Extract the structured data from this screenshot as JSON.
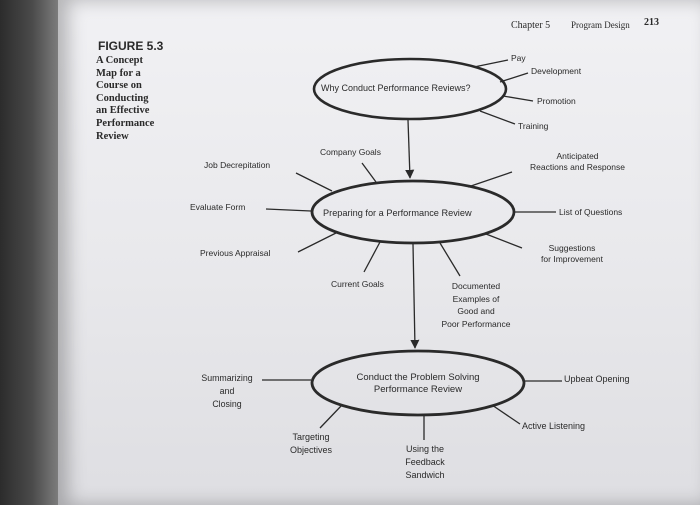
{
  "header": {
    "chapter": "Chapter 5",
    "section": "Program Design",
    "page_number": "213"
  },
  "figure": {
    "number": "FIGURE 5.3",
    "caption": "A Concept\nMap for a\nCourse on\nConducting\nan Effective\nPerformance\nReview"
  },
  "concept_map": {
    "nodes": {
      "why": "Why Conduct Performance Reviews?",
      "preparing": "Preparing for a Performance Review",
      "conduct": "Conduct the Problem Solving\nPerformance Review"
    },
    "branches": {
      "pay": "Pay",
      "development": "Development",
      "promotion": "Promotion",
      "training": "Training",
      "company_goals": "Company Goals",
      "job_description": "Job Decrepitation",
      "anticipated": "Anticipated\nReactions and Response",
      "evaluate_form": "Evaluate Form",
      "list_of_questions": "List of Questions",
      "previous_appraisal": "Previous Appraisal",
      "suggestions": "Suggestions\nfor Improvement",
      "current_goals": "Current Goals",
      "documented": "Documented\nExamples of\nGood and\nPoor Performance",
      "summarizing": "Summarizing\nand\nClosing",
      "upbeat_opening": "Upbeat Opening",
      "active_listening": "Active Listening",
      "targeting": "Targeting\nObjectives",
      "feedback": "Using the\nFeedback\nSandwich"
    }
  }
}
